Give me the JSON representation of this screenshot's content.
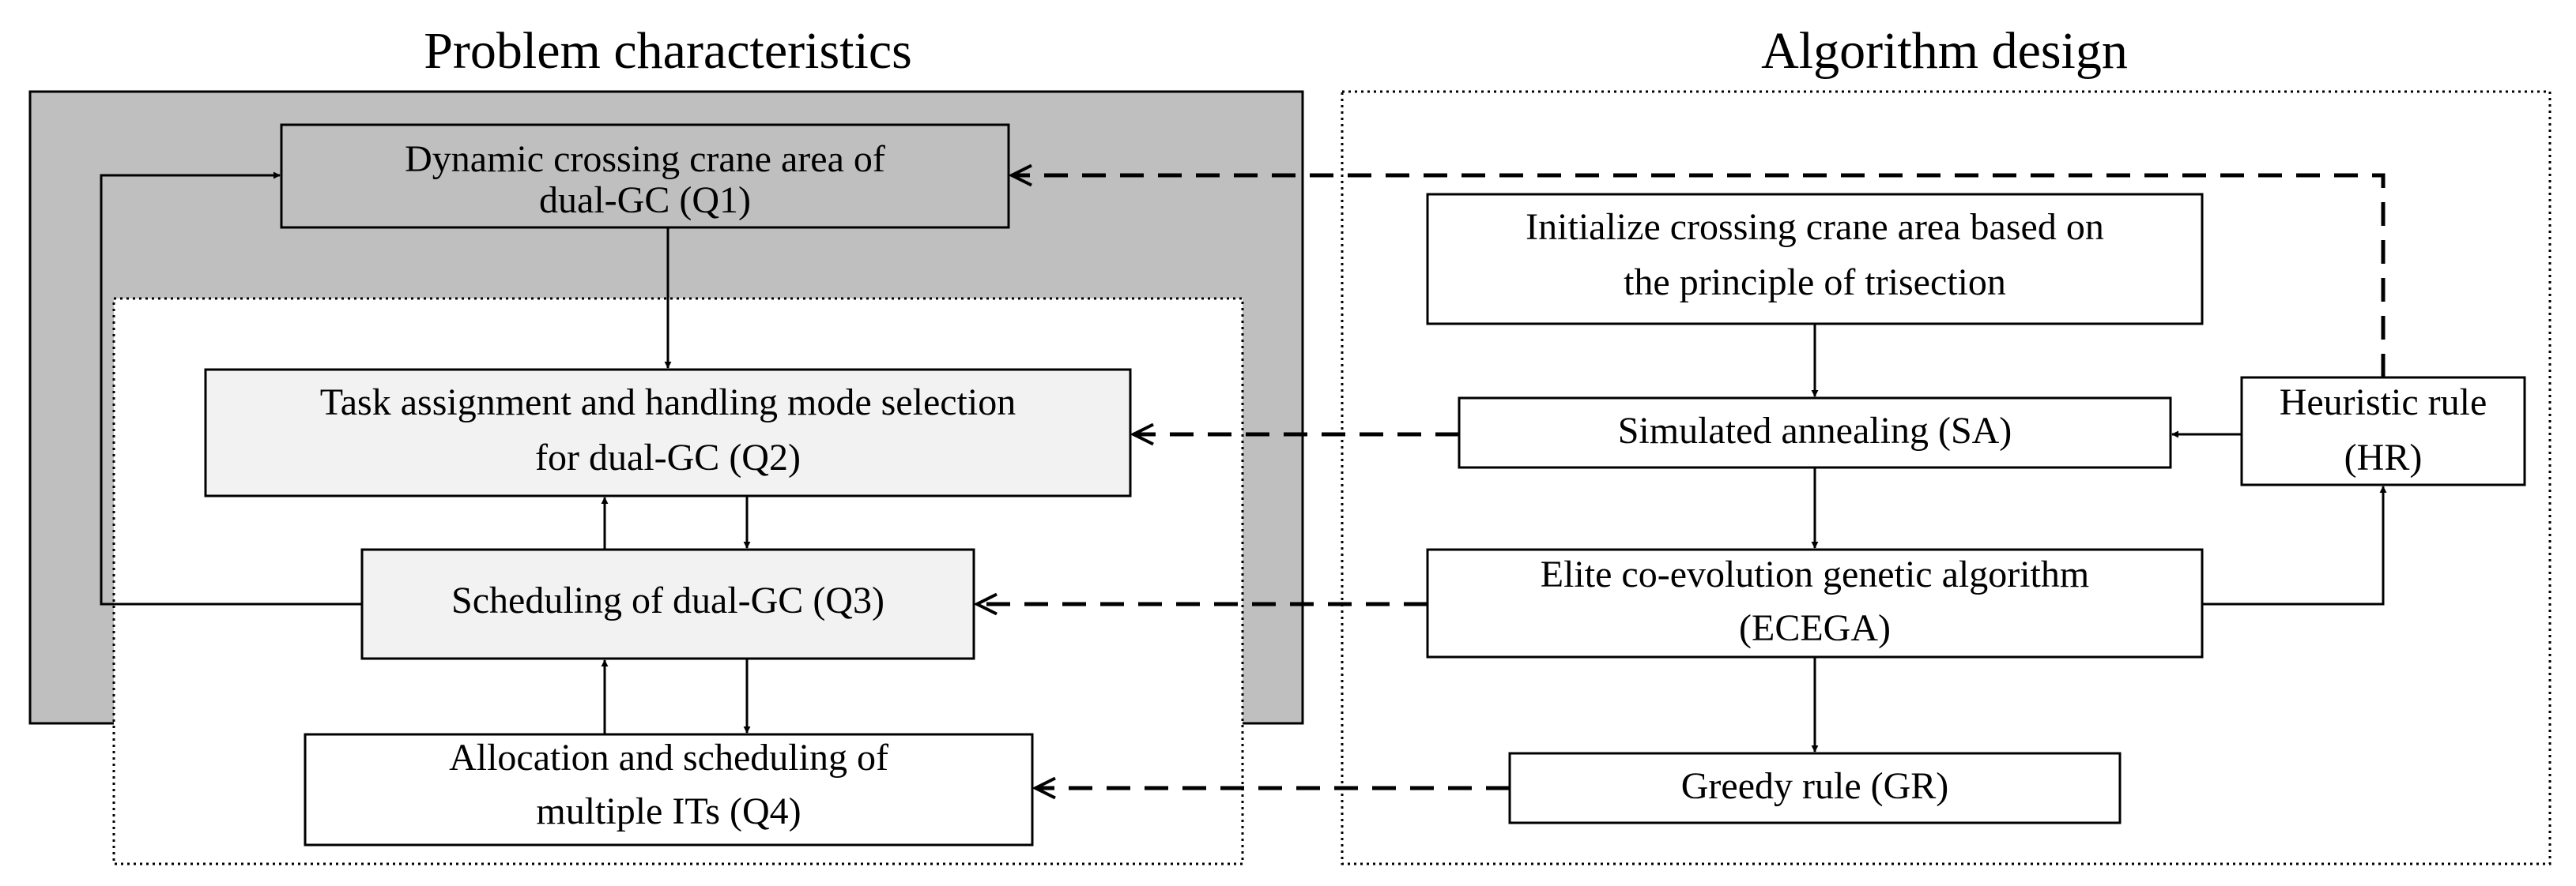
{
  "headings": {
    "left": "Problem characteristics",
    "right": "Algorithm design"
  },
  "nodes": {
    "q1": {
      "line1": "Dynamic crossing crane area of",
      "line2": "dual-GC (Q1)"
    },
    "q2": {
      "line1": "Task assignment and handling mode selection",
      "line2": "for dual-GC (Q2)"
    },
    "q3": {
      "line1": "Scheduling of dual-GC (Q3)"
    },
    "q4": {
      "line1": "Allocation and scheduling of",
      "line2": "multiple ITs (Q4)"
    },
    "init": {
      "line1": "Initialize crossing crane area based on",
      "line2": "the principle of trisection"
    },
    "sa": {
      "line1": "Simulated annealing (SA)"
    },
    "hr": {
      "line1": "Heuristic rule",
      "line2": "(HR)"
    },
    "ecega": {
      "line1": "Elite co-evolution genetic algorithm",
      "line2": "(ECEGA)"
    },
    "gr": {
      "line1": "Greedy rule (GR)"
    }
  },
  "colors": {
    "outer_panel_fill": "#bfbfbf",
    "q1_fill": "#bfbfbf",
    "light_box_fill": "#f2f2f2",
    "white_box_fill": "#ffffff",
    "line": "#000000"
  }
}
